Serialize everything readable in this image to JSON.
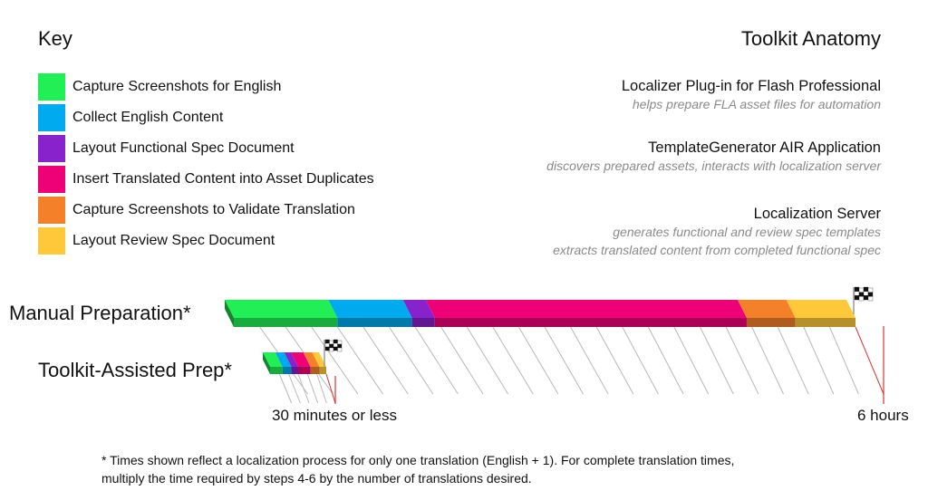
{
  "key": {
    "title": "Key",
    "items": [
      {
        "label": "Capture Screenshots for English",
        "color": "#22ee55"
      },
      {
        "label": "Collect English Content",
        "color": "#00aaee"
      },
      {
        "label": "Layout Functional Spec Document",
        "color": "#8822cc"
      },
      {
        "label": "Insert Translated Content into Asset Duplicates",
        "color": "#ee0077"
      },
      {
        "label": "Capture Screenshots to Validate Translation",
        "color": "#f5802a"
      },
      {
        "label": "Layout Review Spec Document",
        "color": "#fdc83a"
      }
    ]
  },
  "anatomy": {
    "title": "Toolkit Anatomy",
    "items": [
      {
        "name": "Localizer Plug-in for Flash Professional",
        "desc": [
          "helps prepare FLA asset files for automation"
        ]
      },
      {
        "name": "TemplateGenerator AIR Application",
        "desc": [
          "discovers prepared assets, interacts with localization server"
        ]
      },
      {
        "name": "Localization Server",
        "desc": [
          "generates functional and review spec templates",
          "extracts translated content from completed functional spec"
        ]
      }
    ]
  },
  "chart_data": {
    "type": "bar",
    "orientation": "horizontal",
    "stacked": true,
    "unit": "hours",
    "categories": [
      "Manual Preparation*",
      "Toolkit-Assisted Prep*"
    ],
    "series": [
      {
        "name": "Capture Screenshots for English",
        "values": [
          1.0,
          0.11
        ]
      },
      {
        "name": "Collect English Content",
        "values": [
          0.72,
          0.08
        ]
      },
      {
        "name": "Layout Functional Spec Document",
        "values": [
          0.22,
          0.06
        ]
      },
      {
        "name": "Insert Translated Content into Asset Duplicates",
        "values": [
          3.01,
          0.11
        ]
      },
      {
        "name": "Capture Screenshots to Validate Translation",
        "values": [
          0.47,
          0.08
        ]
      },
      {
        "name": "Layout Review Spec Document",
        "values": [
          0.58,
          0.06
        ]
      }
    ],
    "totals": [
      6,
      0.5
    ],
    "totals_labels": [
      "6 hours",
      "30 minutes or less"
    ],
    "xlim": [
      0,
      6
    ]
  },
  "footnote": {
    "line1": "* Times shown reflect a localization process for only one translation (English + 1).  For complete translation times,",
    "line2": "multiply the time required by steps 4-6 by the number of translations desired."
  }
}
